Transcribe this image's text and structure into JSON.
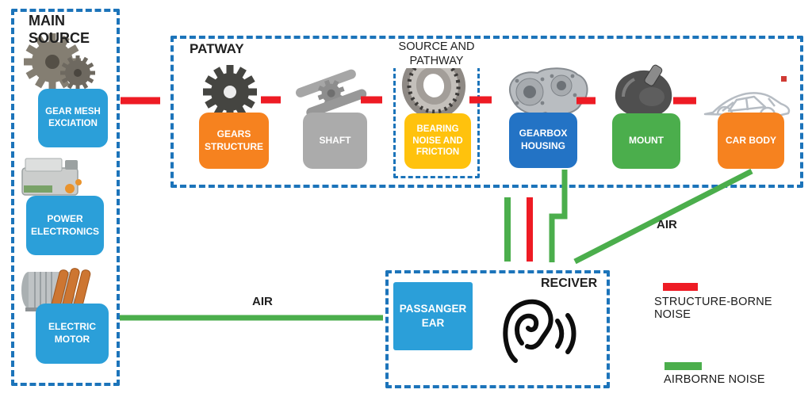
{
  "palette": {
    "dash_blue": "#1C74BA",
    "light_blue": "#2B9FD9",
    "dark_blue": "#2373C5",
    "orange": "#F6821F",
    "gray": "#ABABAB",
    "yellow": "#FFC20D",
    "green": "#4BAE4C",
    "red": "#EE1B24"
  },
  "main_source": {
    "title": "MAIN SOURCE",
    "items": [
      {
        "label": "GEAR MESH EXCIATION",
        "icon": "gear-pair-icon",
        "color": "#2B9FD9"
      },
      {
        "label": "POWER ELECTRONICS",
        "icon": "power-electronics-icon",
        "color": "#2B9FD9"
      },
      {
        "label": "ELECTRIC MOTOR",
        "icon": "electric-motor-icon",
        "color": "#2B9FD9"
      }
    ]
  },
  "pathway": {
    "title": "PATWAY",
    "items": [
      {
        "label": "GEARS STRUCTURE",
        "icon": "dark-gear-icon",
        "color": "#F6821F"
      },
      {
        "label": "SHAFT",
        "icon": "shaft-icon",
        "color": "#ABABAB"
      }
    ]
  },
  "source_and_pathway": {
    "title": "SOURCE AND PATHWAY",
    "items": [
      {
        "label": "BEARING NOISE AND FRICTION",
        "icon": "bearing-icon",
        "color": "#FFC20D"
      }
    ]
  },
  "transfer_chain": [
    {
      "label": "GEARBOX HOUSING",
      "icon": "gearbox-housing-icon",
      "color": "#2373C5"
    },
    {
      "label": "MOUNT",
      "icon": "mount-icon",
      "color": "#4BAE4C"
    },
    {
      "label": "CAR BODY",
      "icon": "car-body-icon",
      "color": "#F6821F"
    }
  ],
  "receiver": {
    "title": "RECIVER",
    "icon": "ear-icon",
    "items": [
      {
        "label": "PASSANGER EAR",
        "color": "#2B9FD9"
      }
    ]
  },
  "air_labels": {
    "left": "AIR",
    "right": "AIR"
  },
  "legend": {
    "structure_borne": {
      "label": "STRUCTURE-BORNE NOISE",
      "arrow_color": "#EE1B24"
    },
    "airborne": {
      "label": "AIRBORNE NOISE",
      "arrow_color": "#4BAE4C"
    }
  },
  "flows": [
    {
      "from": "MAIN SOURCE",
      "to": "PATWAY",
      "type": "structure-borne"
    },
    {
      "from": "GEARS STRUCTURE",
      "to": "SHAFT",
      "type": "structure-borne"
    },
    {
      "from": "SHAFT",
      "to": "BEARING NOISE AND FRICTION",
      "type": "structure-borne"
    },
    {
      "from": "BEARING NOISE AND FRICTION",
      "to": "GEARBOX HOUSING",
      "type": "structure-borne"
    },
    {
      "from": "GEARBOX HOUSING",
      "to": "MOUNT",
      "type": "structure-borne"
    },
    {
      "from": "MOUNT",
      "to": "CAR BODY",
      "type": "structure-borne"
    },
    {
      "from": "GEARBOX HOUSING",
      "to": "RECIVER",
      "type": "airborne"
    },
    {
      "from": "GEARBOX HOUSING",
      "to": "RECIVER",
      "type": "structure-borne"
    },
    {
      "from": "MOUNT",
      "to": "RECIVER",
      "type": "airborne"
    },
    {
      "from": "CAR BODY",
      "to": "RECIVER",
      "type": "airborne",
      "label": "AIR"
    },
    {
      "from": "ELECTRIC MOTOR",
      "to": "PASSANGER EAR",
      "type": "airborne",
      "label": "AIR"
    }
  ]
}
